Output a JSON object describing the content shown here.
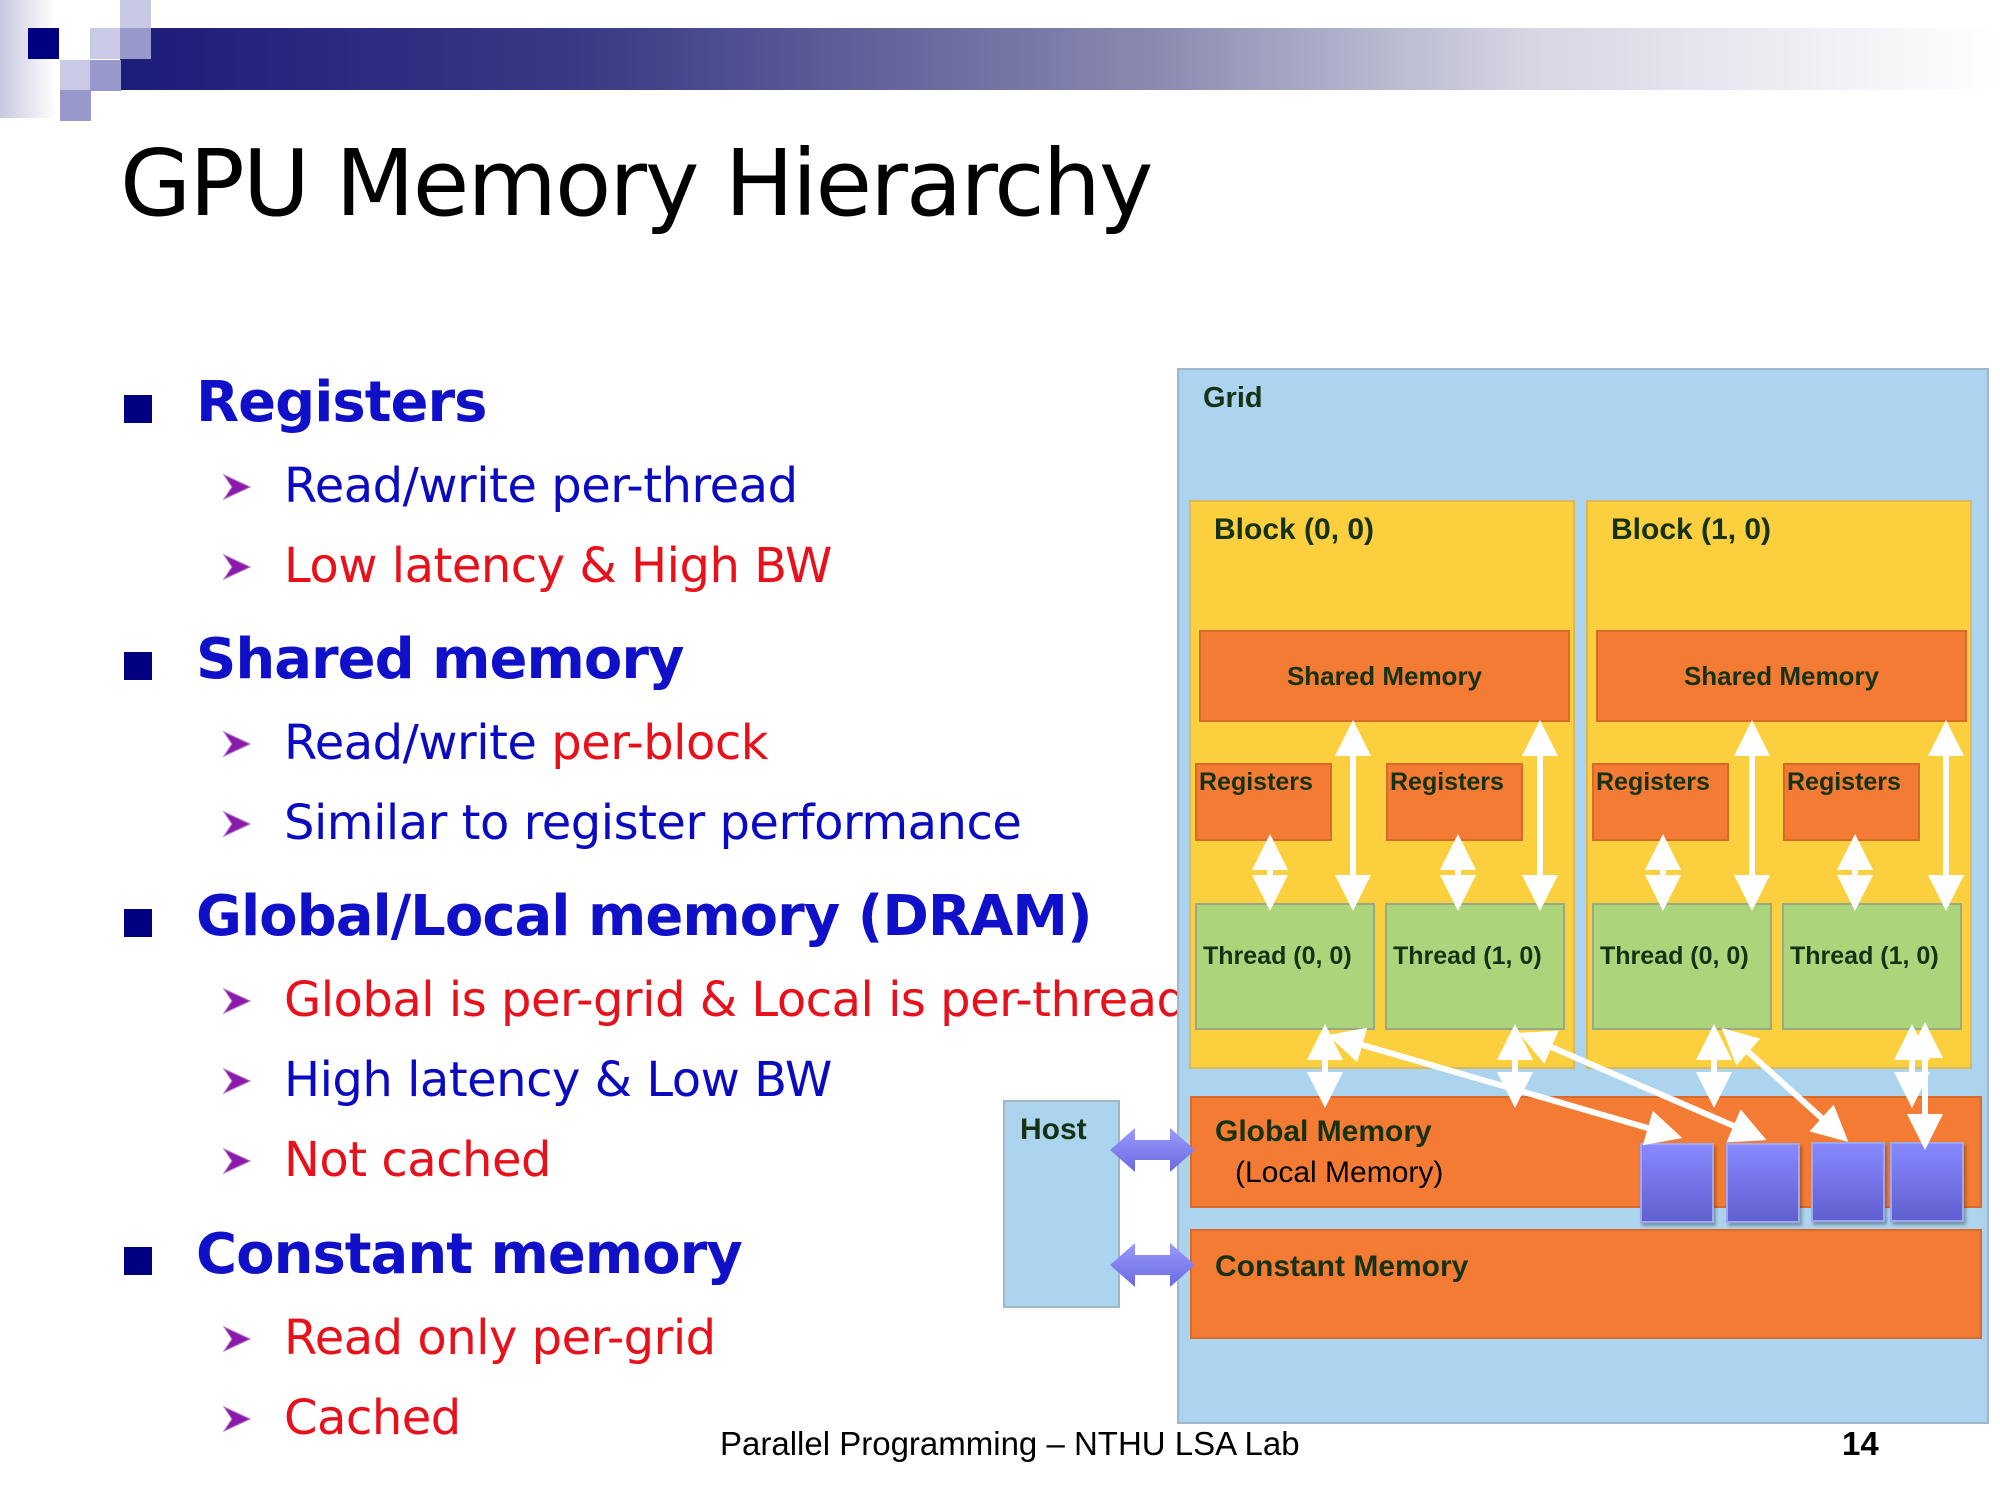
{
  "slide": {
    "title": "GPU Memory Hierarchy",
    "footer": "Parallel Programming – NTHU LSA Lab",
    "page_number": "14"
  },
  "bullets": [
    {
      "heading": "Registers",
      "items": [
        [
          {
            "text": "Read/write per-thread",
            "color": "blue"
          }
        ],
        [
          {
            "text": "Low latency & High BW",
            "color": "red"
          }
        ]
      ]
    },
    {
      "heading": "Shared memory",
      "items": [
        [
          {
            "text": "Read/write ",
            "color": "blue"
          },
          {
            "text": "per-block",
            "color": "red"
          }
        ],
        [
          {
            "text": "Similar to register performance",
            "color": "blue"
          }
        ]
      ]
    },
    {
      "heading": "Global/Local memory (DRAM)",
      "items": [
        [
          {
            "text": "Global is per-grid & Local is per-thread",
            "color": "red"
          }
        ],
        [
          {
            "text": "High latency & Low BW",
            "color": "blue"
          }
        ],
        [
          {
            "text": "Not cached",
            "color": "red"
          }
        ]
      ]
    },
    {
      "heading": "Constant memory",
      "items": [
        [
          {
            "text": "Read only per-grid",
            "color": "red"
          }
        ],
        [
          {
            "text": "Cached",
            "color": "red"
          }
        ]
      ]
    }
  ],
  "diagram": {
    "grid_label": "Grid",
    "host_label": "Host",
    "blocks": [
      {
        "label": "Block (0, 0)",
        "shared": "Shared Memory",
        "registers": [
          "Registers",
          "Registers"
        ],
        "threads": [
          "Thread (0, 0)",
          "Thread (1, 0)"
        ]
      },
      {
        "label": "Block (1, 0)",
        "shared": "Shared Memory",
        "registers": [
          "Registers",
          "Registers"
        ],
        "threads": [
          "Thread (0, 0)",
          "Thread (1, 0)"
        ]
      }
    ],
    "global_label": "Global Memory",
    "local_label": "(Local Memory)",
    "constant_label": "Constant Memory"
  },
  "colors": {
    "heading_blue": "#1010c8",
    "text_blue": "#0a0ac0",
    "text_red": "#e8101a",
    "grid_bg": "#acd4ee",
    "block_bg": "#fbcf3e",
    "memory_orange": "#f47b33",
    "thread_green": "#acd47a",
    "local_mem_purple": "#7070e8"
  }
}
